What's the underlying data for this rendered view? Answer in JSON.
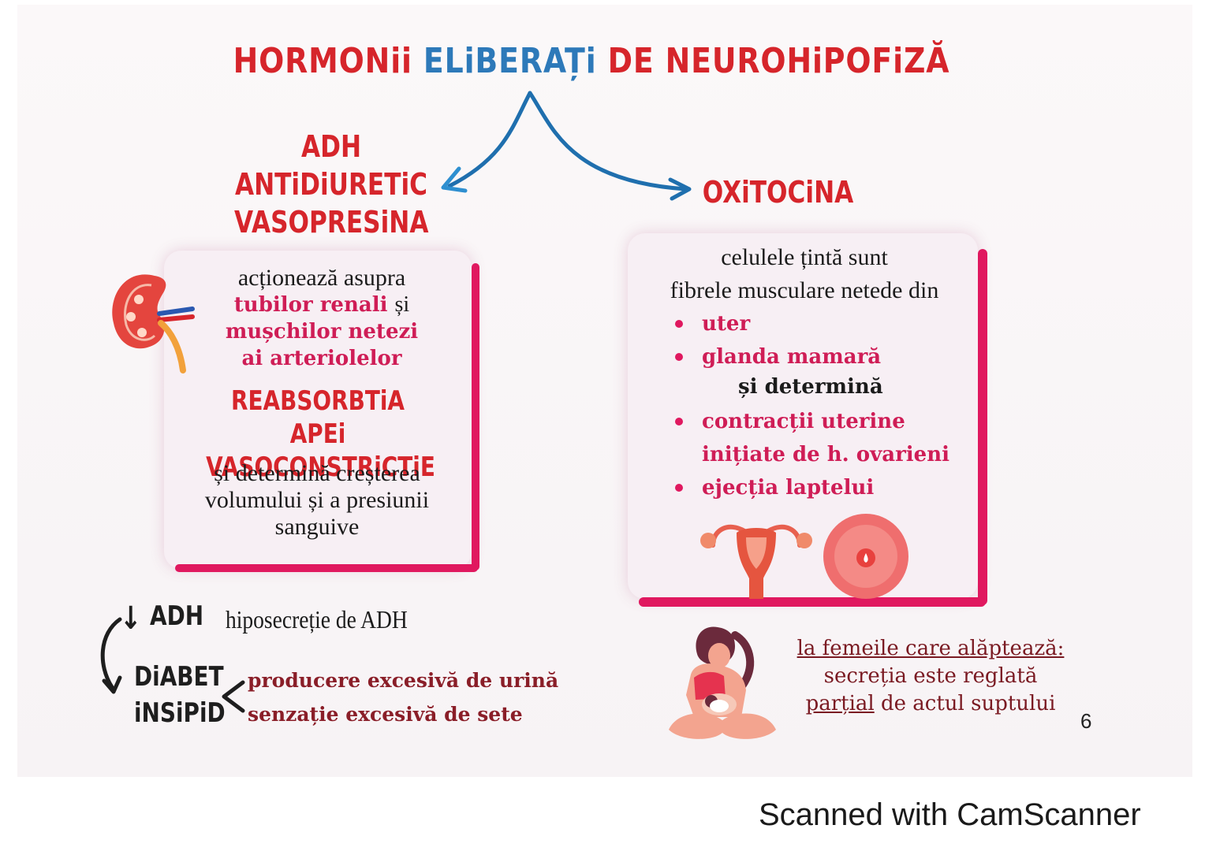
{
  "title": {
    "part1": "HORMONii",
    "part2": "ELiBERAȚi",
    "part3": "DE NEUROHiPOFiZĂ"
  },
  "left": {
    "heading": [
      "ADH",
      "ANTiDiURETiC",
      "VASOPRESiNA"
    ],
    "card": {
      "intro": "acționează asupra",
      "targets": [
        "tubilor renali",
        "mușchilor netezi",
        "ai arteriolelor"
      ],
      "targets_suffix": "și",
      "effects": [
        "REABSORBTiA APEi",
        "VASOCONSTRiCTiE"
      ],
      "result": [
        "și determină creșterea",
        "volumului și a presiunii",
        "sanguive"
      ]
    },
    "deficit": {
      "arrow": "↓",
      "label": "ADH",
      "description": "hiposecreție de ADH",
      "disease": [
        "DiABET",
        "iNSiPiD"
      ],
      "symptoms": [
        "producere excesivă de urină",
        "senzație excesivă de sete"
      ]
    }
  },
  "right": {
    "heading": "OXiTOCiNA",
    "card": {
      "intro": [
        "celulele țintă sunt",
        "fibrele musculare netede din"
      ],
      "targets": [
        "uter",
        "glanda mamară"
      ],
      "connector": "și determină",
      "effects": [
        [
          "contracții uterine",
          "inițiate de h. ovarieni"
        ],
        [
          "ejecția laptelui"
        ]
      ]
    },
    "note": {
      "line1": "la femeile care alăptează:",
      "line2": "secreția este reglată",
      "line3_underlined": "parțial",
      "line3_rest": " de actul suptului"
    }
  },
  "page_number": "6",
  "watermark": "Scanned with CamScanner",
  "colors": {
    "red": "#d6252b",
    "blue": "#2d79b9",
    "pink": "#e0185f"
  }
}
